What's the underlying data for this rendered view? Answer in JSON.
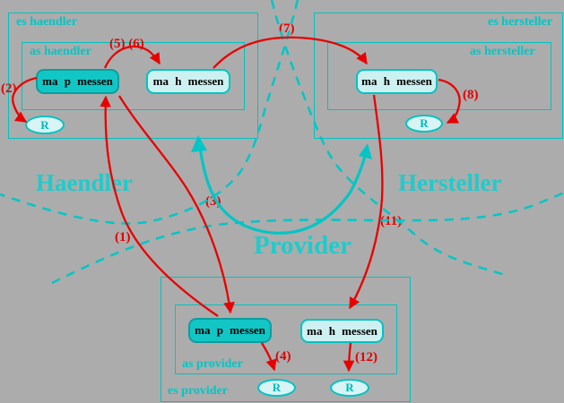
{
  "regions": {
    "haendler": {
      "outer_label": "es haendler",
      "inner_label": "as haendler",
      "title": "Haendler",
      "node_map": "ma p messen",
      "node_mah": "ma h messen",
      "resource": "R"
    },
    "hersteller": {
      "outer_label": "es hersteller",
      "inner_label": "as hersteller",
      "title": "Hersteller",
      "node_mah": "ma h messen",
      "resource": "R"
    },
    "provider": {
      "outer_label": "es provider",
      "inner_label": "as provider",
      "title": "Provider",
      "node_map": "ma p messen",
      "node_mah": "ma h messen",
      "resource_left": "R",
      "resource_right": "R"
    }
  },
  "arrow_labels": {
    "n1": "(1)",
    "n2": "(2)",
    "n3": "(3)",
    "n4": "(4)",
    "n56": "(5) (6)",
    "n7": "(7)",
    "n8": "(8)",
    "n11": "(11)",
    "n12": "(12)"
  },
  "colors": {
    "background": "#ACACAC",
    "cyan": "#00C6C6",
    "red": "#E30000",
    "node_dark_fill": "#12C6C6",
    "node_light_fill": "#CDF1F1"
  }
}
